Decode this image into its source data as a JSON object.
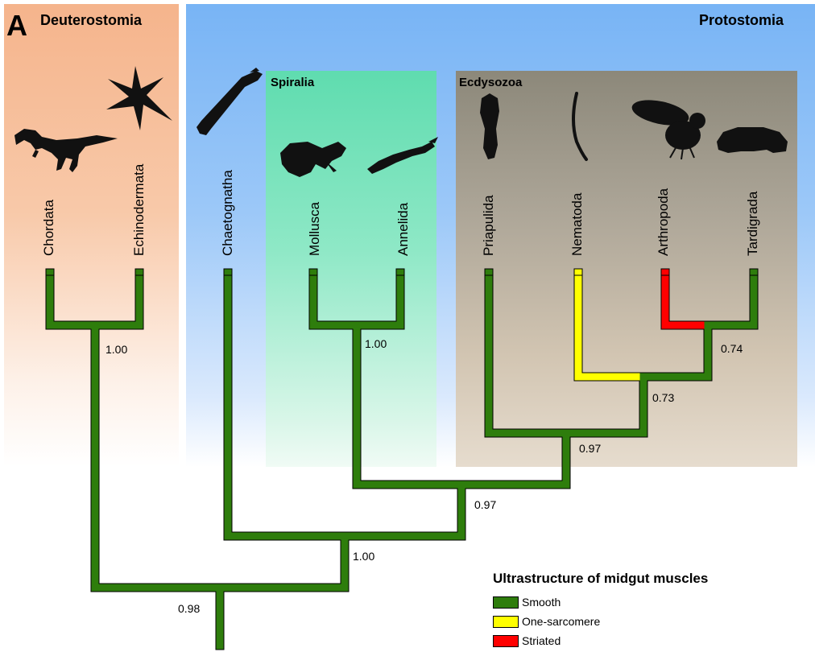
{
  "figure": {
    "panel_letter": "A",
    "groups": {
      "deuterostomia": "Deuterostomia",
      "protostomia": "Protostomia",
      "spiralia": "Spiralia",
      "ecdysozoa": "Ecdysozoa"
    },
    "taxa": [
      "Chordata",
      "Echinodermata",
      "Chaetognatha",
      "Mollusca",
      "Annelida",
      "Priapulida",
      "Nematoda",
      "Arthropoda",
      "Tardigrada"
    ],
    "support_values": {
      "deuterostomia_node": "1.00",
      "spiralia_node": "1.00",
      "panarthropoda_node": "0.74",
      "nematoda_node": "0.73",
      "ecdysozoa_node": "0.97",
      "protostomia_core_node": "0.97",
      "protostomia_node": "1.00",
      "root_node": "0.98"
    },
    "silhouettes": [
      "dinosaur",
      "starfish",
      "arrow-worm",
      "snail",
      "polychaete-worm",
      "priapulid-worm",
      "roundworm",
      "fly",
      "water-bear"
    ],
    "colors": {
      "smooth": "#2e7d0c",
      "one_sarcomere": "#ffff00",
      "striated": "#ff0000",
      "outline": "#000000"
    },
    "legend": {
      "title": "Ultrastructure of midgut muscles",
      "items": [
        "Smooth",
        "One-sarcomere",
        "Striated"
      ]
    }
  }
}
